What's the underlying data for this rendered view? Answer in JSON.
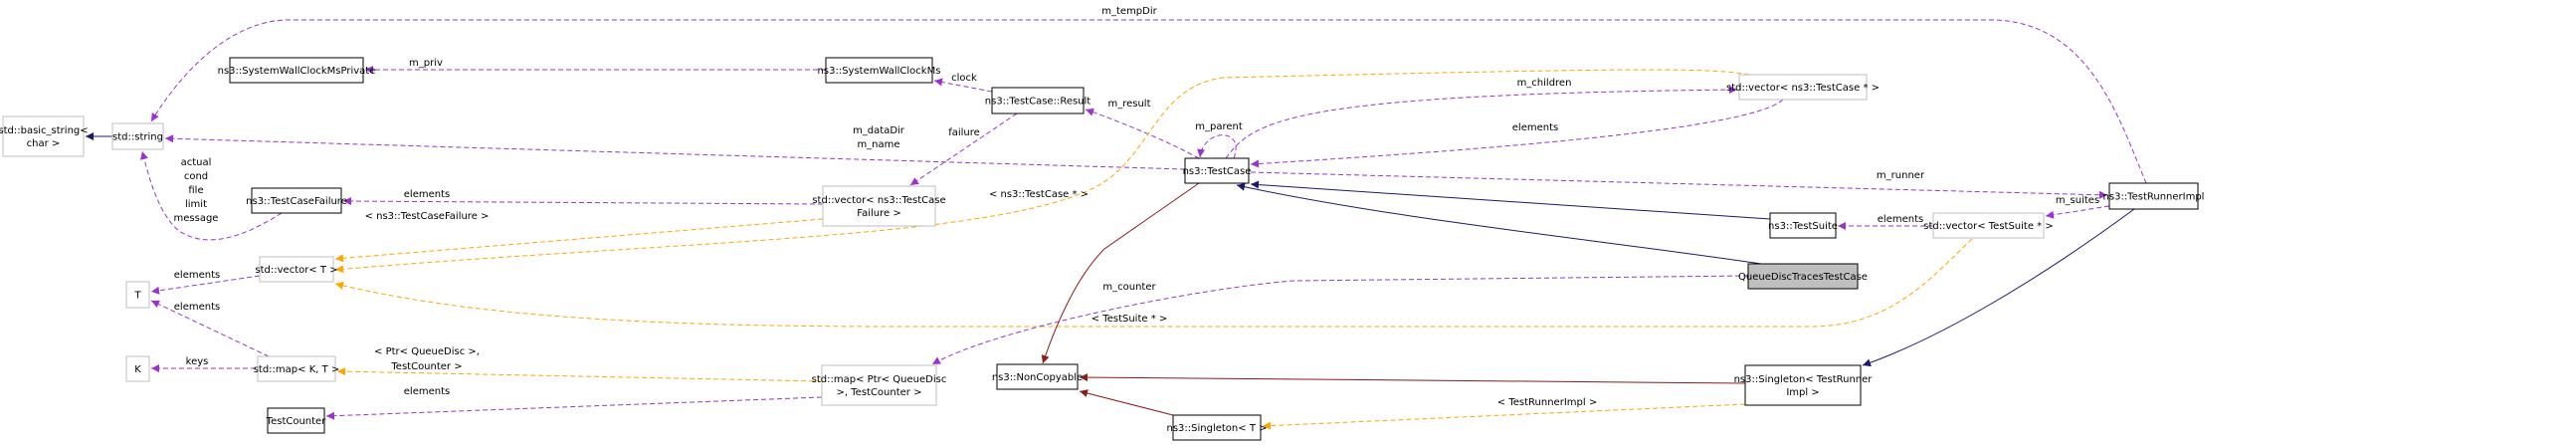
{
  "colors": {
    "usage": "#9a32cd",
    "template": "#ffa500",
    "inherit": "#191970",
    "private_inherit": "#8b1a1a"
  },
  "nodes": [
    {
      "id": "basic_string",
      "lines": [
        "std::basic_string<",
        "char >"
      ],
      "style": "gray"
    },
    {
      "id": "string",
      "lines": [
        "std::string"
      ],
      "style": "gray"
    },
    {
      "id": "swcmp",
      "lines": [
        "ns3::SystemWallClockMsPrivate"
      ],
      "style": "black"
    },
    {
      "id": "swcm",
      "lines": [
        "ns3::SystemWallClockMs"
      ],
      "style": "black"
    },
    {
      "id": "result",
      "lines": [
        "ns3::TestCase::Result"
      ],
      "style": "black"
    },
    {
      "id": "testcase",
      "lines": [
        "ns3::TestCase"
      ],
      "style": "black"
    },
    {
      "id": "tcf",
      "lines": [
        "ns3::TestCaseFailure"
      ],
      "style": "black"
    },
    {
      "id": "vec_tcf",
      "lines": [
        "std::vector< ns3::TestCase",
        "Failure >"
      ],
      "style": "gray"
    },
    {
      "id": "vec_t",
      "lines": [
        "std::vector< T >"
      ],
      "style": "gray"
    },
    {
      "id": "T",
      "lines": [
        "T"
      ],
      "style": "gray"
    },
    {
      "id": "K",
      "lines": [
        "K"
      ],
      "style": "gray"
    },
    {
      "id": "map_kt",
      "lines": [
        "std::map< K, T >"
      ],
      "style": "gray"
    },
    {
      "id": "testcounter",
      "lines": [
        "TestCounter"
      ],
      "style": "black"
    },
    {
      "id": "map_ptr",
      "lines": [
        "std::map< Ptr< QueueDisc",
        ">, TestCounter >"
      ],
      "style": "gray"
    },
    {
      "id": "noncopyable",
      "lines": [
        "ns3::NonCopyable"
      ],
      "style": "black"
    },
    {
      "id": "singleton_t",
      "lines": [
        "ns3::Singleton< T >"
      ],
      "style": "black"
    },
    {
      "id": "vec_tc",
      "lines": [
        "std::vector< ns3::TestCase * >"
      ],
      "style": "gray"
    },
    {
      "id": "testsuite",
      "lines": [
        "ns3::TestSuite"
      ],
      "style": "black"
    },
    {
      "id": "qdttc",
      "lines": [
        "QueueDiscTracesTestCase"
      ],
      "style": "focus"
    },
    {
      "id": "vec_ts",
      "lines": [
        "std::vector< TestSuite * >"
      ],
      "style": "gray"
    },
    {
      "id": "runner",
      "lines": [
        "ns3::TestRunnerImpl"
      ],
      "style": "black"
    },
    {
      "id": "singleton_tri",
      "lines": [
        "ns3::Singleton< TestRunner",
        "Impl >"
      ],
      "style": "black"
    }
  ],
  "edges": [
    {
      "from": "string",
      "to": "basic_string",
      "kind": "inherit",
      "label": []
    },
    {
      "from": "runner",
      "to": "string",
      "kind": "usage",
      "label": [
        "m_tempDir"
      ]
    },
    {
      "from": "swcm",
      "to": "swcmp",
      "kind": "usage",
      "label": [
        "m_priv"
      ]
    },
    {
      "from": "result",
      "to": "swcm",
      "kind": "usage",
      "label": [
        "clock"
      ]
    },
    {
      "from": "testcase",
      "to": "result",
      "kind": "usage",
      "label": [
        "m_result"
      ]
    },
    {
      "from": "testcase",
      "to": "string",
      "kind": "usage",
      "label": [
        "m_dataDir",
        "m_name"
      ]
    },
    {
      "from": "tcf",
      "to": "string",
      "kind": "usage",
      "label": [
        "actual",
        "cond",
        "file",
        "limit",
        "message"
      ]
    },
    {
      "from": "vec_tcf",
      "to": "tcf",
      "kind": "usage",
      "label": [
        "elements"
      ]
    },
    {
      "from": "result",
      "to": "vec_tcf",
      "kind": "usage",
      "label": [
        "failure"
      ]
    },
    {
      "from": "vec_tcf",
      "to": "vec_t",
      "kind": "template",
      "label": [
        "< ns3::TestCaseFailure >"
      ]
    },
    {
      "from": "vec_tc",
      "to": "vec_t",
      "kind": "template",
      "label": [
        "< ns3::TestCase * >"
      ]
    },
    {
      "from": "vec_ts",
      "to": "vec_t",
      "kind": "template",
      "label": [
        "< TestSuite * >"
      ]
    },
    {
      "from": "map_ptr",
      "to": "map_kt",
      "kind": "template",
      "label": [
        "< Ptr< QueueDisc >,",
        "TestCounter >"
      ]
    },
    {
      "from": "map_kt",
      "to": "T",
      "kind": "usage",
      "label": [
        "elements"
      ]
    },
    {
      "from": "vec_t",
      "to": "T",
      "kind": "usage",
      "label": [
        "elements"
      ]
    },
    {
      "from": "map_kt",
      "to": "K",
      "kind": "usage",
      "label": [
        "keys"
      ]
    },
    {
      "from": "map_ptr",
      "to": "testcounter",
      "kind": "usage",
      "label": [
        "elements"
      ]
    },
    {
      "from": "qdttc",
      "to": "map_ptr",
      "kind": "usage",
      "label": [
        "m_counter"
      ]
    },
    {
      "from": "testcase",
      "to": "noncopyable",
      "kind": "private_inherit",
      "label": []
    },
    {
      "from": "singleton_t",
      "to": "noncopyable",
      "kind": "private_inherit",
      "label": []
    },
    {
      "from": "singleton_tri",
      "to": "noncopyable",
      "kind": "private_inherit",
      "label": []
    },
    {
      "from": "singleton_tri",
      "to": "singleton_t",
      "kind": "template",
      "label": [
        "< TestRunnerImpl >"
      ]
    },
    {
      "from": "testsuite",
      "to": "testcase",
      "kind": "inherit",
      "label": []
    },
    {
      "from": "qdttc",
      "to": "testcase",
      "kind": "inherit",
      "label": []
    },
    {
      "from": "runner",
      "to": "singleton_tri",
      "kind": "inherit",
      "label": []
    },
    {
      "from": "testcase",
      "to": "runner",
      "kind": "usage",
      "label": [
        "m_runner"
      ]
    },
    {
      "from": "runner",
      "to": "vec_ts",
      "kind": "usage",
      "label": [
        "m_suites"
      ]
    },
    {
      "from": "vec_ts",
      "to": "testsuite",
      "kind": "usage",
      "label": [
        "elements"
      ]
    },
    {
      "from": "testcase",
      "to": "vec_tc",
      "kind": "usage",
      "label": [
        "m_children"
      ]
    },
    {
      "from": "vec_tc",
      "to": "testcase",
      "kind": "usage",
      "label": [
        "elements"
      ]
    },
    {
      "from": "testcase",
      "to": "testcase",
      "kind": "usage",
      "label": [
        "m_parent"
      ]
    }
  ]
}
